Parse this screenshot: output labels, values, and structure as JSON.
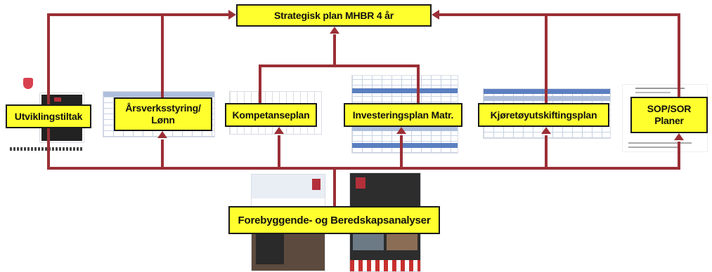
{
  "diagram": {
    "colors": {
      "arrow": "#9b2f36",
      "box_fill": "#ffff2e",
      "box_border": "#1a1a1a"
    },
    "nodes": {
      "strategic_plan": "Strategisk plan MHBR 4 år",
      "development": "Utviklingstiltak",
      "workforce": "Årsverksstyring/\nLønn",
      "competence": "Kompetanseplan",
      "investment": "Investeringsplan Matr.",
      "vehicle": "Kjøretøyutskiftingsplan",
      "sop": "SOP/SOR\nPlaner",
      "analyses": "Forebyggende- og Beredskapsanalyser"
    }
  }
}
